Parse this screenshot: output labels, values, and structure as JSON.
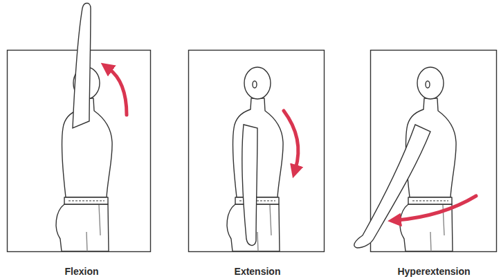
{
  "diagram": {
    "labels": [
      "Flexion",
      "Extension",
      "Hyperextension"
    ]
  }
}
